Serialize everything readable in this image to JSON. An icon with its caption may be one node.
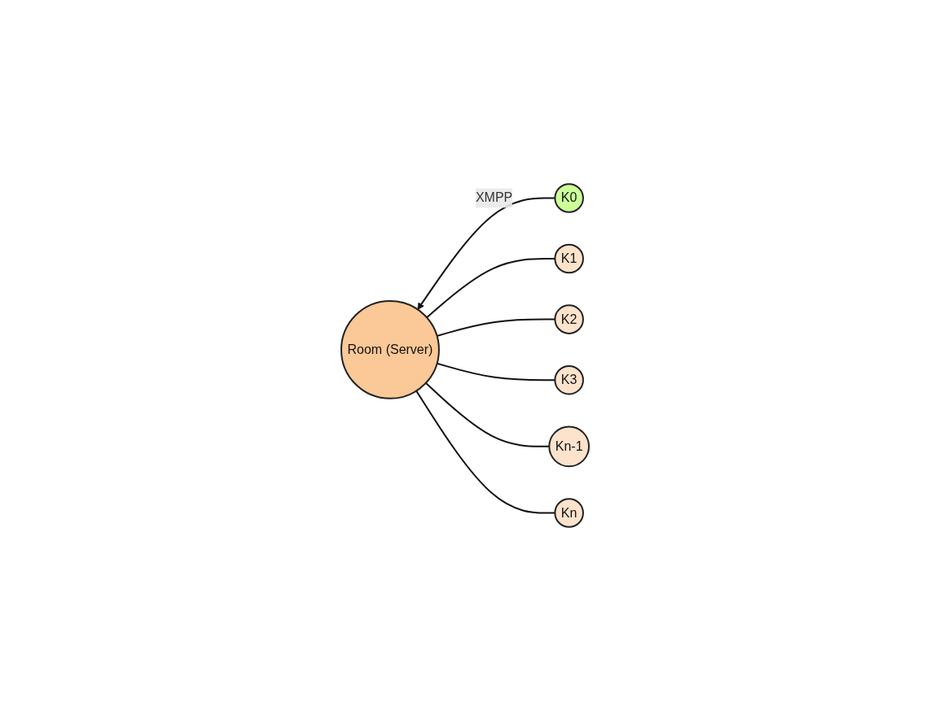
{
  "diagram": {
    "nodes": [
      {
        "text": [
          "K2"
        ]
      },
      {
        "text": [
          "K1"
        ]
      },
      {
        "text": [
          "K3"
        ]
      },
      {
        "text": [
          "Room (Server)"
        ]
      },
      {
        "text": [
          "K0"
        ]
      },
      {
        "text": [
          "Kn-1"
        ]
      },
      {
        "text": [
          "Kn"
        ]
      }
    ],
    "edges": [
      {
        "from": 4,
        "to": 3,
        "arrow": "to",
        "label": "XMPP"
      },
      {
        "from": 1,
        "to": 3,
        "arrow": "none"
      },
      {
        "from": 0,
        "to": 3,
        "arrow": "none"
      },
      {
        "from": 2,
        "to": 3,
        "arrow": "none"
      },
      {
        "from": 5,
        "to": 3,
        "arrow": "none"
      },
      {
        "from": 6,
        "to": 3,
        "arrow": "none"
      }
    ]
  }
}
